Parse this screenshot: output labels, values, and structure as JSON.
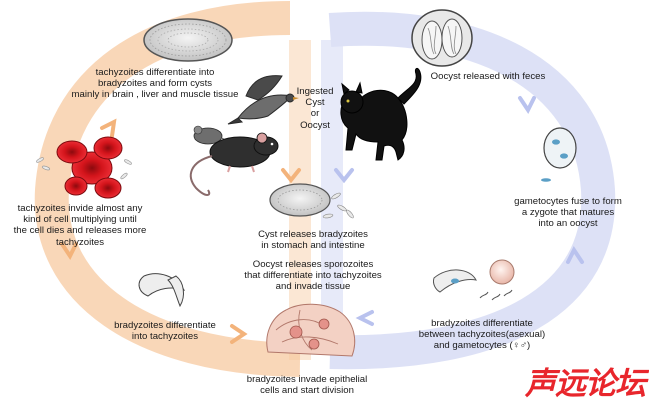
{
  "diagram": {
    "center_title": "Ingested\nCyst\nor\nOocyst",
    "labels": {
      "top_left": "tachyzoites differentiate into\nbradyzoites and form cysts\nmainly in brain , liver and muscle tissue",
      "left_mid": "tachyzoites invide almost any\nkind of cell multiplying until\nthe cell dies and releases more\ntachyzoites",
      "bottom_left": "bradyzoites differentiate\ninto tachyzoites",
      "bottom_center": "bradyzoites invade epithelial\ncells and start division",
      "center_cyst": "Cyst releases bradyzoites\nin stomach and intestine",
      "center_oocyst": "Oocyst releases sporozoites\nthat differentiate into tachyzoites\nand invade tissue",
      "top_right": "Oocyst released with feces",
      "right_mid": "gametocytes fuse to form\na zygote that matures\ninto an oocyst",
      "bottom_right": "bradyzoites differentiate\nbetween tachyzoites(asexual)\nand gametocytes (♀♂)"
    },
    "watermark": "声远论坛"
  },
  "colors": {
    "left_cycle": "#f7caa0",
    "right_cycle": "#d7dcf5",
    "rbc": "#d3141b",
    "cat": "#111111",
    "watermark": "#e8262c"
  }
}
